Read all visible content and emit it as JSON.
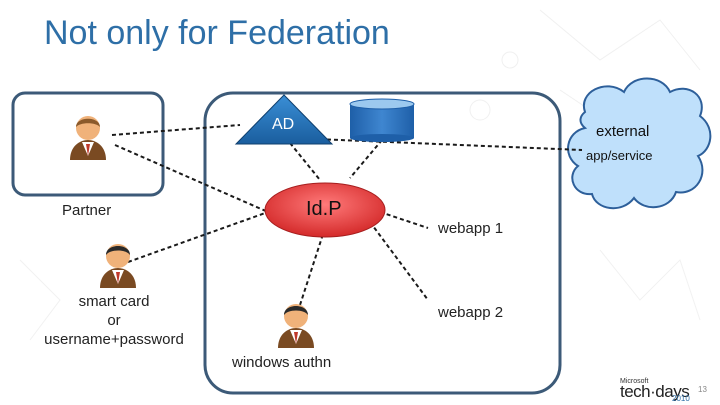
{
  "slide": {
    "title": "Not only for Federation"
  },
  "nodes": {
    "ad": "AD",
    "idp": "Id.P",
    "external": {
      "line1": "external",
      "line2": "app/service"
    },
    "webapp1": "webapp 1",
    "webapp2": "webapp 2",
    "windows_authn": "windows authn",
    "partner": "Partner",
    "smart_card": {
      "line1": "smart card",
      "line2": "or",
      "line3": "username+password"
    }
  },
  "logo": {
    "brand_small": "Microsoft",
    "brand": "tech·days",
    "year": "2010",
    "page": "13"
  },
  "colors": {
    "title": "#2e6fa7",
    "ad_fill": "#1f6fb3",
    "idp_fill": "#e03a3a",
    "cloud_fill": "#bfe0fb",
    "cloud_stroke": "#2d5f9a",
    "box_stroke": "#3c5a78"
  }
}
